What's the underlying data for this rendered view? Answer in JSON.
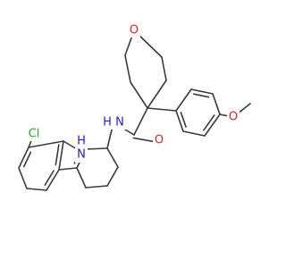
{
  "molecule": {
    "colors": {
      "bond": "#3a3a3a",
      "carbon_heteroatom_label": "#3a3a3a",
      "O": "#e8241c",
      "N": "#2020dd",
      "Cl": "#2aa530",
      "background": "#ffffff"
    },
    "labels": {
      "chlorine": "Cl",
      "ring_nh": "N",
      "ring_nh_h": "H",
      "amide_nh": "N",
      "amide_nh_h": "H",
      "amide_o": "O",
      "pyran_o": "O",
      "methoxy_o": "O"
    }
  }
}
